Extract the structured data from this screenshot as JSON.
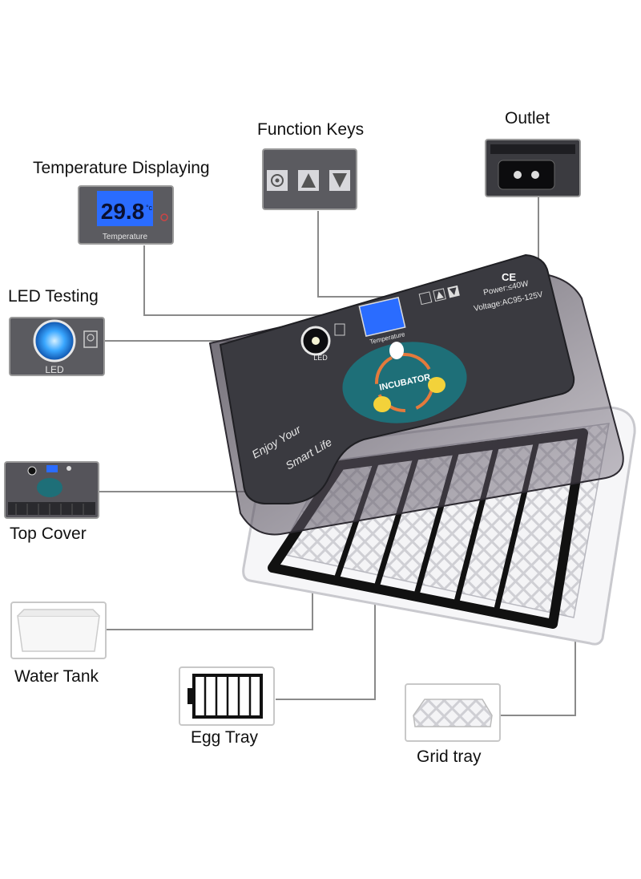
{
  "callouts": {
    "temperature_displaying": "Temperature Displaying",
    "function_keys": "Function Keys",
    "outlet": "Outlet",
    "led_testing": "LED Testing",
    "top_cover": "Top Cover",
    "water_tank": "Water Tank",
    "egg_tray": "Egg Tray",
    "grid_tray": "Grid tray"
  },
  "thumbnails": {
    "temperature_reading": "29.8",
    "temperature_unit": "°c",
    "temperature_caption": "Temperature",
    "led_caption": "LED"
  },
  "device_panel": {
    "led_label": "LED",
    "temperature_label": "Temperature",
    "power": "Power:≤40W",
    "voltage": "Voltage:AC95-125V",
    "ce_mark": "CE",
    "logo_text": "INCUBATOR",
    "slogan_line1": "Enjoy Your",
    "slogan_line2": "Smart Life"
  },
  "colors": {
    "panel_dark": "#3a3a40",
    "thumbnail_bg": "#5b5b60",
    "lcd_blue": "#2a6cff",
    "logo_teal": "#1e6f78",
    "leader_line": "#8a8a8a"
  }
}
